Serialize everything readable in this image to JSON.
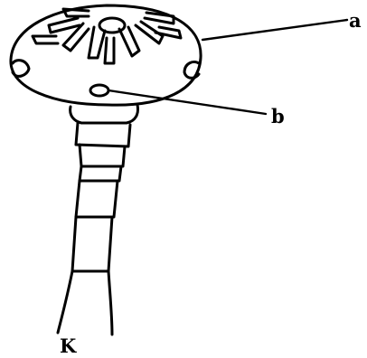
{
  "diagram": {
    "labels": {
      "a": "a",
      "b": "b",
      "k": "K"
    },
    "parts": [
      "cap",
      "cap-radial-marks",
      "cap-edge-marks",
      "oval-structure",
      "neck",
      "segmented-stalk",
      "root-tail"
    ],
    "colors": {
      "ink": "#000000",
      "background": "#ffffff"
    }
  }
}
